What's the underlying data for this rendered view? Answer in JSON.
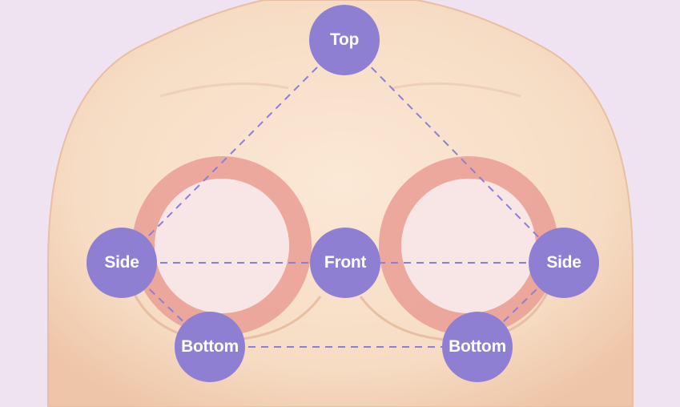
{
  "colors": {
    "background": "#efe3f2",
    "skin": "#f6dcc3",
    "skin_shadow": "#e8bfa3",
    "ring": "#ea9e94",
    "inner_fill": "#f8e6e6",
    "node_fill": "#8e7fd3",
    "node_text": "#ffffff",
    "dash": "#8e7fd3"
  },
  "labels": {
    "top": "Top",
    "side_left": "Side",
    "front": "Front",
    "side_right": "Side",
    "bottom_left": "Bottom",
    "bottom_right": "Bottom"
  }
}
